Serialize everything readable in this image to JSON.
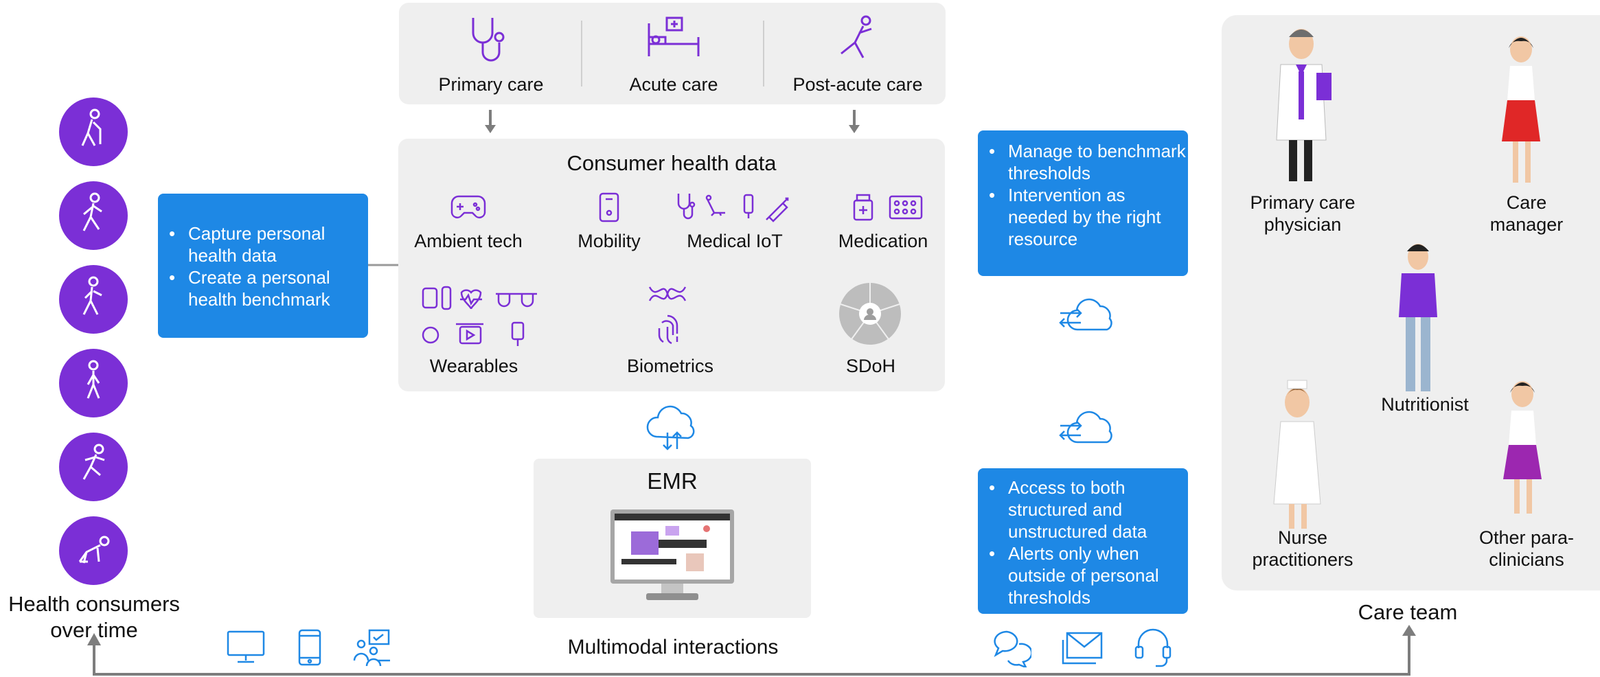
{
  "settings": {
    "primary_care": "Primary care",
    "acute_care": "Acute care",
    "post_acute_care": "Post-acute care"
  },
  "consumer_data": {
    "title": "Consumer health data",
    "ambient_tech": "Ambient tech",
    "mobility": "Mobility",
    "medical_iot": "Medical IoT",
    "medication": "Medication",
    "wearables": "Wearables",
    "biometrics": "Biometrics",
    "sdoh": "SDoH"
  },
  "capture_box": {
    "items": [
      "Capture personal health data",
      "Create a personal health benchmark"
    ]
  },
  "emr": {
    "title": "EMR"
  },
  "multimodal": {
    "label": "Multimodal interactions"
  },
  "consumers": {
    "label_line1": "Health consumers",
    "label_line2": "over time"
  },
  "manage_box": {
    "items": [
      "Manage to benchmark thresholds",
      "Intervention as needed by the right resource"
    ]
  },
  "access_box": {
    "items": [
      "Access to both structured and unstructured data",
      "Alerts only when outside of personal thresholds"
    ]
  },
  "care_team": {
    "label": "Care team",
    "primary_care_physician_1": "Primary care",
    "primary_care_physician_2": "physician",
    "care_manager_1": "Care",
    "care_manager_2": "manager",
    "nutritionist": "Nutritionist",
    "nurse_1": "Nurse",
    "nurse_2": "practitioners",
    "other_1": "Other para-",
    "other_2": "clinicians"
  },
  "colors": {
    "purple": "#7b2fd6",
    "blue": "#1e88e5",
    "panel": "#efefef",
    "connector": "#7d7d7d"
  }
}
